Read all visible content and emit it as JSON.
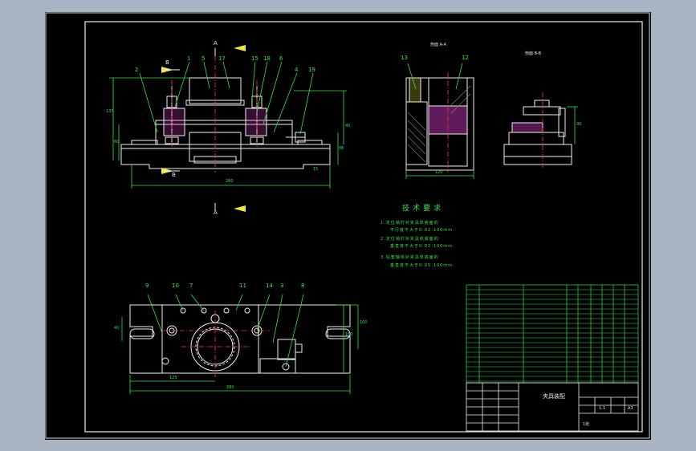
{
  "colors": {
    "background": "#a9b4c2",
    "sheet": "#000000",
    "outline": "#ffffff",
    "dimension": "#35e24a",
    "annotation": "#f2e43a",
    "section": "#ff3a3a",
    "hatch": "#d23cc8"
  },
  "section_marks": {
    "a_top": "A",
    "a_bottom": "A",
    "b_top": "B",
    "b_bottom": "B"
  },
  "front_view": {
    "callouts": [
      "2",
      "1",
      "5",
      "17",
      "15",
      "18",
      "6",
      "4",
      "19"
    ],
    "dims": {
      "total_width": "280",
      "height": "135",
      "right_height": "45",
      "h2": "88",
      "base_right": "15",
      "small": "60"
    }
  },
  "section_aa": {
    "title": "剖面 A-A",
    "callouts": [
      "13",
      "12"
    ],
    "dim": "120"
  },
  "section_bb": {
    "title": "剖面 B-B",
    "dim": "90"
  },
  "plan_view": {
    "callouts": [
      "9",
      "10",
      "7",
      "11",
      "14",
      "3",
      "8"
    ],
    "dims": {
      "width": "280",
      "inner": "125",
      "left": "40",
      "right": "160",
      "right2": "100"
    }
  },
  "tech_req": {
    "title": "技术要求",
    "lines": [
      "1.定位销钉对夹具体底面的",
      "平行度不大于0.02:100mm.",
      "2.定位销钉对夹具体底面的",
      "垂直度不大于0.02:100mm.",
      "3.钻套轴线对夹具体底面的",
      "垂直度不大于0.05:100mm."
    ]
  },
  "title_block": {
    "drawing_title": "夹具装配",
    "scale": "1:1",
    "sheet": "1张",
    "material": "A3"
  }
}
